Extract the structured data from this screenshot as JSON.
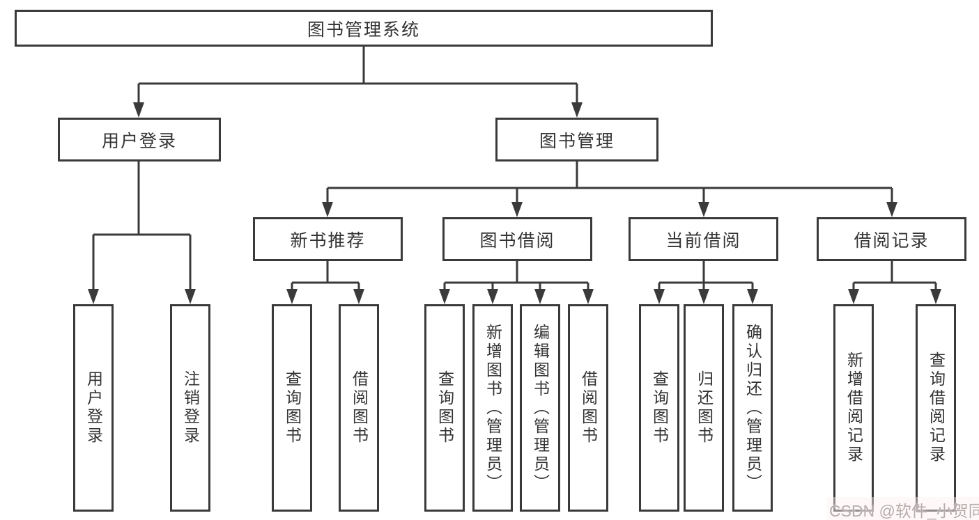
{
  "diagram_type": "hierarchy-tree",
  "colors": {
    "line": "#3a3a3a",
    "border": "#3a3a3a",
    "text": "#333333",
    "background": "#ffffff",
    "watermark": "#b7acac"
  },
  "watermark": {
    "text": "CSDN @软件_小贺同学"
  },
  "tree": {
    "label": "图书管理系统",
    "children": [
      {
        "label": "用户登录",
        "children": [
          {
            "label": "用户登录"
          },
          {
            "label": "注销登录"
          }
        ]
      },
      {
        "label": "图书管理",
        "children": [
          {
            "label": "新书推荐",
            "children": [
              {
                "label": "查询图书"
              },
              {
                "label": "借阅图书"
              }
            ]
          },
          {
            "label": "图书借阅",
            "children": [
              {
                "label": "查询图书"
              },
              {
                "label": "新增图书（管理员）"
              },
              {
                "label": "编辑图书（管理员）"
              },
              {
                "label": "借阅图书"
              }
            ]
          },
          {
            "label": "当前借阅",
            "children": [
              {
                "label": "查询图书"
              },
              {
                "label": "归还图书"
              },
              {
                "label": "确认归还（管理员）"
              }
            ]
          },
          {
            "label": "借阅记录",
            "children": [
              {
                "label": "新增借阅记录"
              },
              {
                "label": "查询借阅记录"
              }
            ]
          }
        ]
      }
    ]
  }
}
